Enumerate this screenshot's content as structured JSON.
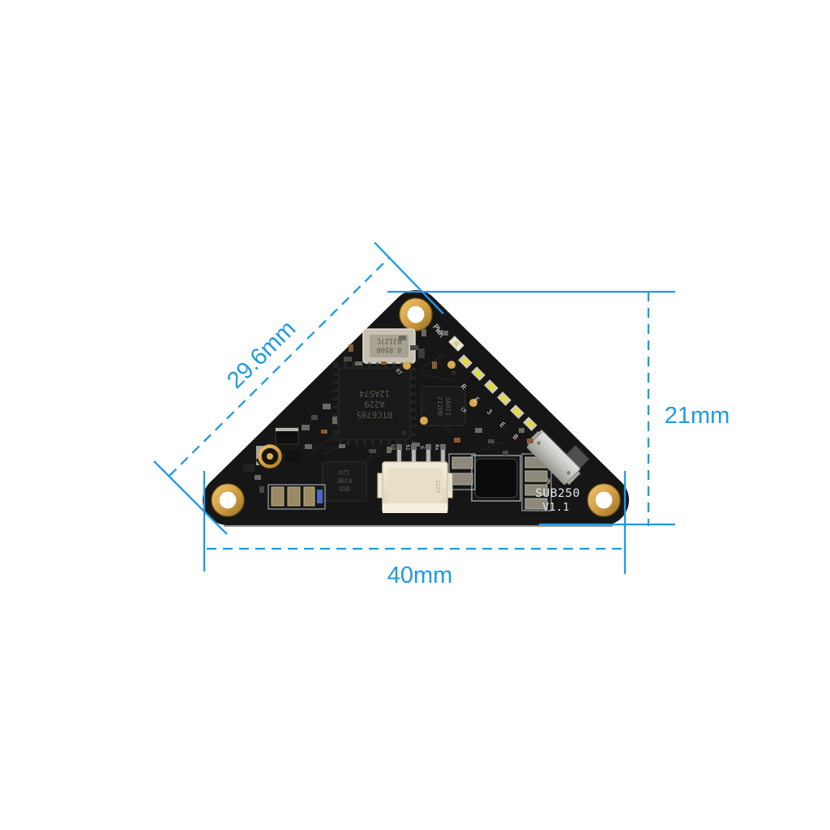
{
  "accent_color": "#1e9ae4",
  "dimensions": {
    "bottom_width": "40mm",
    "right_height": "21mm",
    "left_side": "29.6mm"
  },
  "board": {
    "model": "SUB250",
    "version": "V1.1",
    "silkscreen": {
      "pwr": "PWR",
      "nine": "9",
      "rt": "RT",
      "ck": "CK",
      "led_labels": [
        "R",
        "E",
        "3",
        "E",
        "B"
      ],
      "pin_labels": [
        "U1",
        "S1",
        "G",
        "Rx"
      ],
      "connector_marking": "1127"
    },
    "chips": {
      "crystal": [
        "8.0500",
        "BJ127C"
      ],
      "vtx": [
        "RTC6705",
        "A229",
        "12AS74"
      ],
      "aux": [
        "3A021",
        "212HD"
      ],
      "reg": [
        "085",
        "R39E",
        "124"
      ]
    }
  }
}
